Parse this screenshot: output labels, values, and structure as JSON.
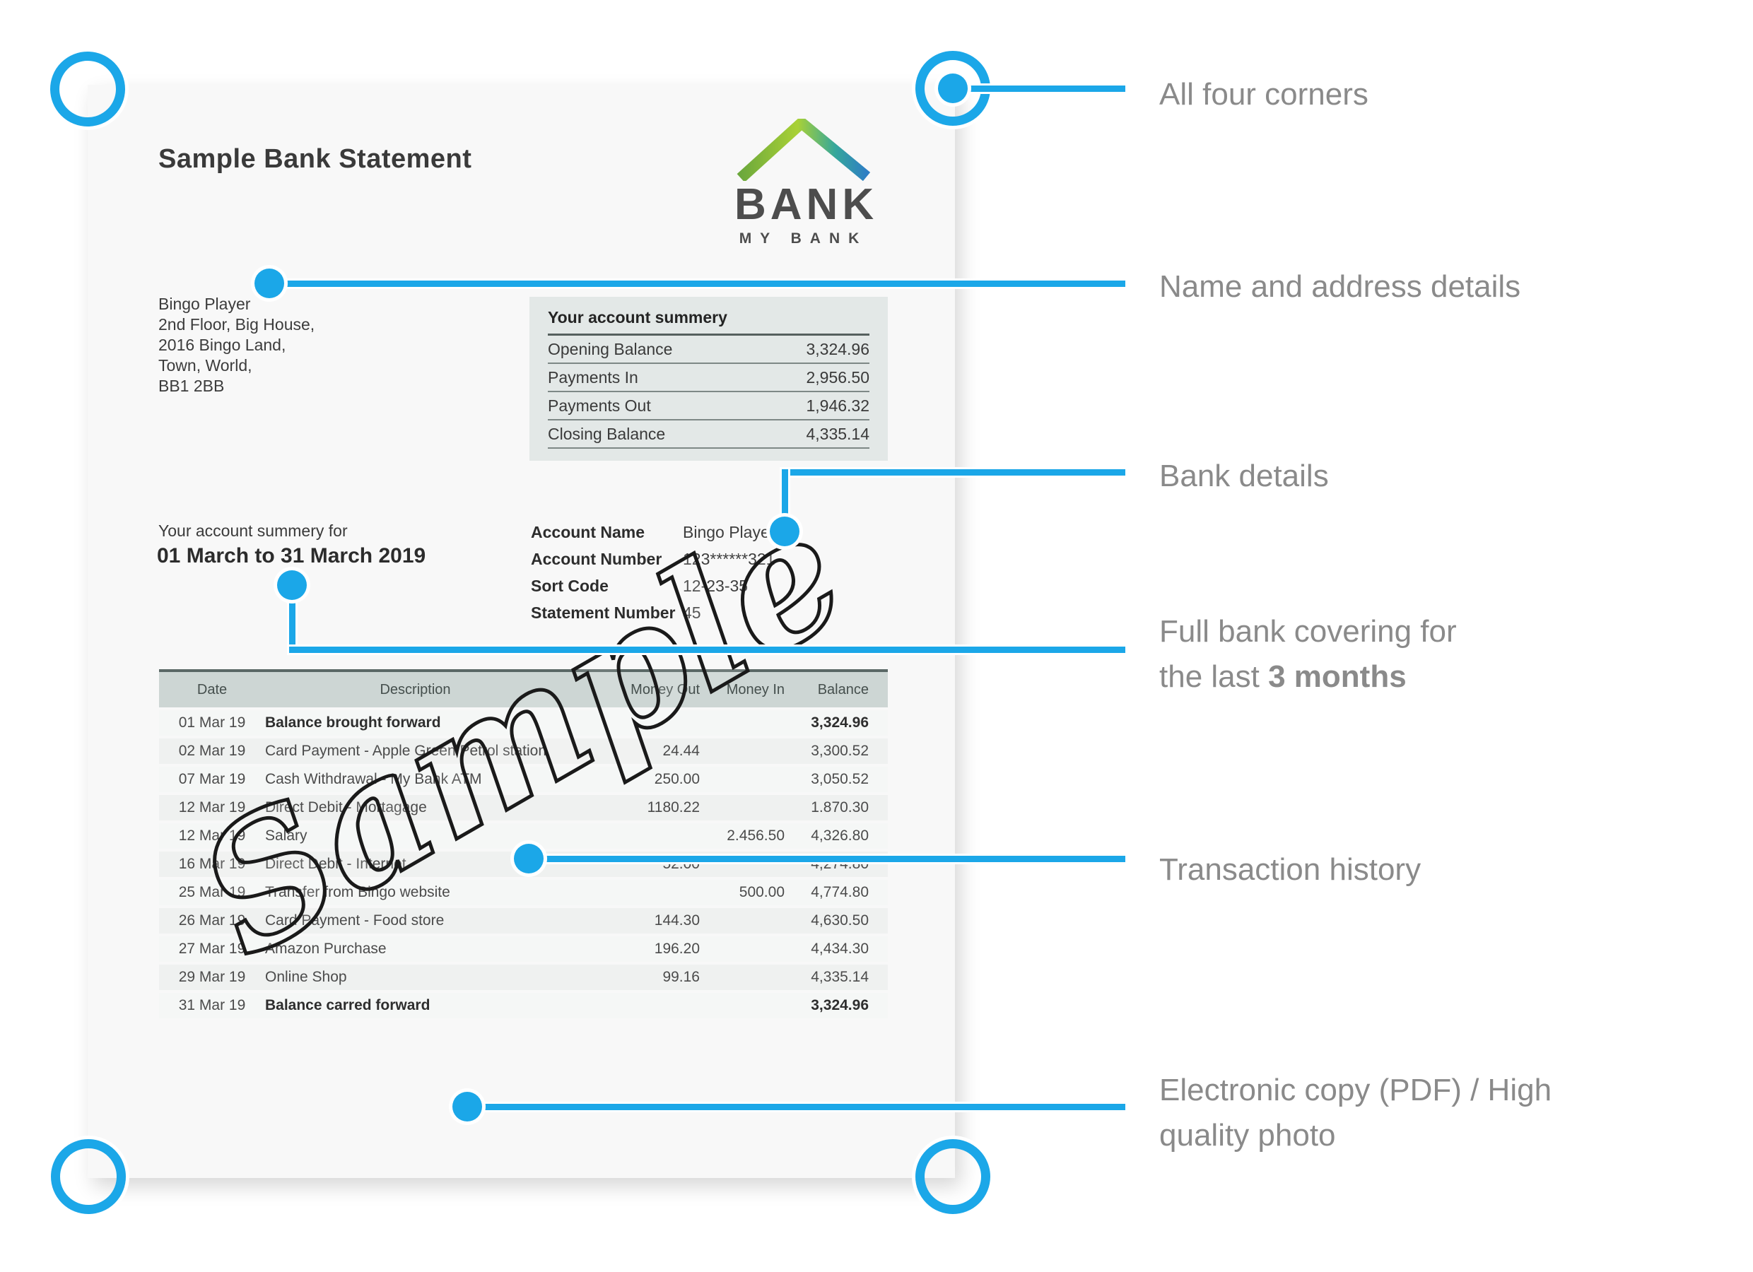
{
  "colors": {
    "accent_blue": "#1ba7e8",
    "annotation_gray": "#8a8a8a",
    "table_header_bg": "#cdd6d4",
    "summary_box_bg": "#e3e8e7",
    "logo_green": "#a9d136",
    "logo_blue": "#2e7ec4"
  },
  "annotations": {
    "corners": "All four corners",
    "name_address": "Name and address details",
    "bank_details": "Bank details",
    "coverage_line1": "Full bank covering for",
    "coverage_line2_prefix": "the last ",
    "coverage_line2_bold": "3 months",
    "transactions": "Transaction history",
    "copy_line1": "Electronic copy (PDF) / High",
    "copy_line2": "quality photo"
  },
  "document": {
    "title": "Sample Bank Statement",
    "logo": {
      "name": "BANK",
      "subtitle": "MY BANK"
    },
    "address": {
      "line1": "Bingo Player",
      "line2": "2nd Floor, Big House,",
      "line3": "2016 Bingo Land,",
      "line4": "Town, World,",
      "line5": "BB1 2BB"
    },
    "summary": {
      "title": "Your account summery",
      "rows": [
        {
          "label": "Opening Balance",
          "value": "3,324.96"
        },
        {
          "label": "Payments In",
          "value": "2,956.50"
        },
        {
          "label": "Payments Out",
          "value": "1,946.32"
        },
        {
          "label": "Closing Balance",
          "value": "4,335.14"
        }
      ]
    },
    "period": {
      "lead": "Your account summery for",
      "range": "01 March to 31 March 2019"
    },
    "account": {
      "rows": [
        {
          "label": "Account Name",
          "value": "Bingo Player"
        },
        {
          "label": "Account Number",
          "value": "123******321"
        },
        {
          "label": "Sort Code",
          "value": "12-23-35"
        },
        {
          "label": "Statement Number",
          "value": "45"
        }
      ]
    },
    "watermark": "Sample",
    "table": {
      "headers": {
        "date": "Date",
        "desc": "Description",
        "out": "Money Out",
        "in": "Money In",
        "bal": "Balance"
      },
      "rows": [
        {
          "date": "01 Mar 19",
          "desc": "Balance brought forward",
          "out": "",
          "in": "",
          "bal": "3,324.96"
        },
        {
          "date": "02 Mar 19",
          "desc": "Card Payment - Apple Green Petrol station",
          "out": "24.44",
          "in": "",
          "bal": "3,300.52"
        },
        {
          "date": "07 Mar 19",
          "desc": "Cash Withdrawal - My Bank ATM",
          "out": "250.00",
          "in": "",
          "bal": "3,050.52"
        },
        {
          "date": "12 Mar 19",
          "desc": "Direct Debit - Mortagage",
          "out": "1180.22",
          "in": "",
          "bal": "1.870.30"
        },
        {
          "date": "12 Mar 19",
          "desc": "Salary",
          "out": "",
          "in": "2.456.50",
          "bal": "4,326.80"
        },
        {
          "date": "16 Mar 19",
          "desc": "Direct Debit - Internet",
          "out": "52.00",
          "in": "",
          "bal": "4,274.80"
        },
        {
          "date": "25 Mar 19",
          "desc": "Transfer from Bingo website",
          "out": "",
          "in": "500.00",
          "bal": "4,774.80"
        },
        {
          "date": "26 Mar 19",
          "desc": "Card Payment - Food store",
          "out": "144.30",
          "in": "",
          "bal": "4,630.50"
        },
        {
          "date": "27 Mar 19",
          "desc": "Amazon Purchase",
          "out": "196.20",
          "in": "",
          "bal": "4,434.30"
        },
        {
          "date": "29 Mar 19",
          "desc": "Online Shop",
          "out": "99.16",
          "in": "",
          "bal": "4,335.14"
        },
        {
          "date": "31 Mar 19",
          "desc": "Balance carred forward",
          "out": "",
          "in": "",
          "bal": "3,324.96"
        }
      ]
    }
  }
}
